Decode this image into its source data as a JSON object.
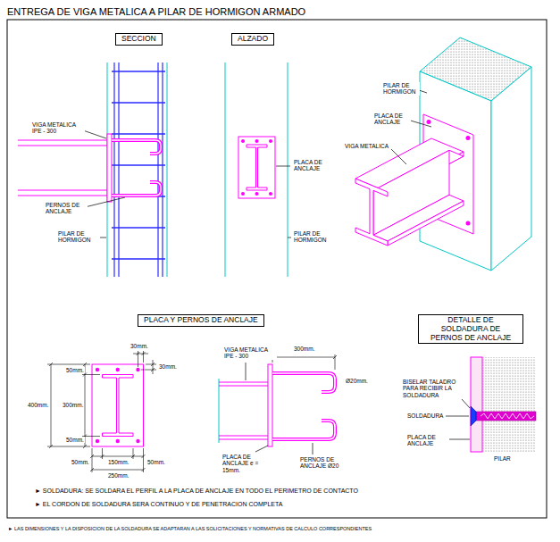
{
  "diagram": {
    "title": "ENTREGA DE VIGA METALICA A PILAR DE HORMIGON ARMADO",
    "nodes": [
      {
        "text": [
          "SECCION"
        ]
      },
      {
        "text": [
          "ALZADO"
        ]
      },
      {
        "text": [
          "PLACA Y PERNOS DE ANCLAJE"
        ]
      },
      {
        "text": [
          "DETALLE DE SOLDADURA DE PERNOS DE ANCLAJE"
        ]
      }
    ],
    "labels": [
      "VIGA METALICA IPE - 300",
      "PERNOS DE ANCLAJE",
      "PILAR DE HORMIGON",
      "PLACA DE ANCLAJE",
      "PILAR DE HORMIGON",
      "PILAR DE HORMIGON",
      "PLACA DE ANCLAJE",
      "VIGA METALICA",
      "30mm.",
      "30mm.",
      "50mm.",
      "300mm.",
      "50mm.",
      "400mm.",
      "50mm.",
      "150mm.",
      "50mm.",
      "250mm.",
      "VIGA METALICA IPE - 300",
      "300mm.",
      "Ø20mm.",
      "PLACA DE ANCLAJE e = 15mm.",
      "PERNOS DE ANCLAJE Ø20",
      "BISELAR TALADRO PARA RECIBIR LA SOLDADURA",
      "SOLDADURA",
      "PLACA DE ANCLAJE",
      "PILAR",
      "► SOLDADURA: SE SOLDARA EL PERFIL A LA PLACA DE ANCLAJE EN TODO EL PERIMETRO DE CONTACTO",
      "► EL CORDON DE SOLDADURA SERA CONTINUO Y DE PENETRACION COMPLETA",
      "► LAS DIMENSIONES Y LA DISPOSICION DE LA SOLDADURA SE ADAPTARAN A LAS SOLICITACIONES Y NORMATIVAS DE CALCULO CORRESPONDIENTES"
    ]
  }
}
